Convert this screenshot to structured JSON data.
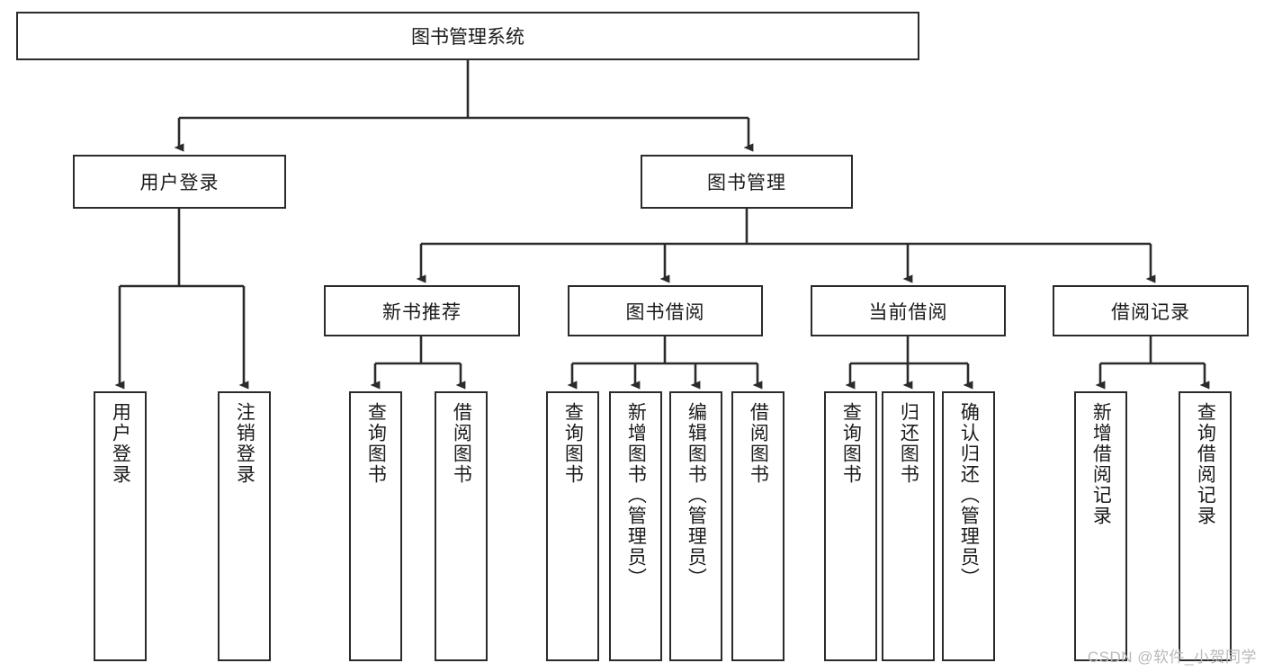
{
  "diagram": {
    "title": "图书管理系统",
    "type": "tree",
    "watermark": "CSDN @软件_小贺同学",
    "colors": {
      "box_border": "#2b2b2b",
      "box_fill": "#ffffff",
      "line": "#2b2b2b",
      "text": "#1b1b1b",
      "watermark": "#b9b9b9"
    },
    "nodes": {
      "root": {
        "label": "图书管理系统"
      },
      "level1": [
        {
          "id": "user-login",
          "label": "用户登录"
        },
        {
          "id": "book-manage",
          "label": "图书管理"
        }
      ],
      "level2": [
        {
          "id": "new-book-recommend",
          "label": "新书推荐",
          "parent": "book-manage"
        },
        {
          "id": "book-borrow",
          "label": "图书借阅",
          "parent": "book-manage"
        },
        {
          "id": "current-borrow",
          "label": "当前借阅",
          "parent": "book-manage"
        },
        {
          "id": "borrow-record",
          "label": "借阅记录",
          "parent": "book-manage"
        }
      ],
      "leaves": [
        {
          "id": "leaf-user-login",
          "label": "用户登录",
          "parent": "user-login"
        },
        {
          "id": "leaf-logout-login",
          "label": "注销登录",
          "parent": "user-login"
        },
        {
          "id": "leaf-query-book-1",
          "label": "查询图书",
          "parent": "new-book-recommend"
        },
        {
          "id": "leaf-borrow-book-1",
          "label": "借阅图书",
          "parent": "new-book-recommend"
        },
        {
          "id": "leaf-query-book-2",
          "label": "查询图书",
          "parent": "book-borrow"
        },
        {
          "id": "leaf-add-book",
          "label": "新增图书（管理员）",
          "parent": "book-borrow"
        },
        {
          "id": "leaf-edit-book",
          "label": "编辑图书（管理员）",
          "parent": "book-borrow"
        },
        {
          "id": "leaf-borrow-book-2",
          "label": "借阅图书",
          "parent": "book-borrow"
        },
        {
          "id": "leaf-query-book-3",
          "label": "查询图书",
          "parent": "current-borrow"
        },
        {
          "id": "leaf-return-book",
          "label": "归还图书",
          "parent": "current-borrow"
        },
        {
          "id": "leaf-confirm-return",
          "label": "确认归还（管理员）",
          "parent": "current-borrow"
        },
        {
          "id": "leaf-add-record",
          "label": "新增借阅记录",
          "parent": "borrow-record"
        },
        {
          "id": "leaf-query-record",
          "label": "查询借阅记录",
          "parent": "borrow-record"
        }
      ]
    }
  }
}
